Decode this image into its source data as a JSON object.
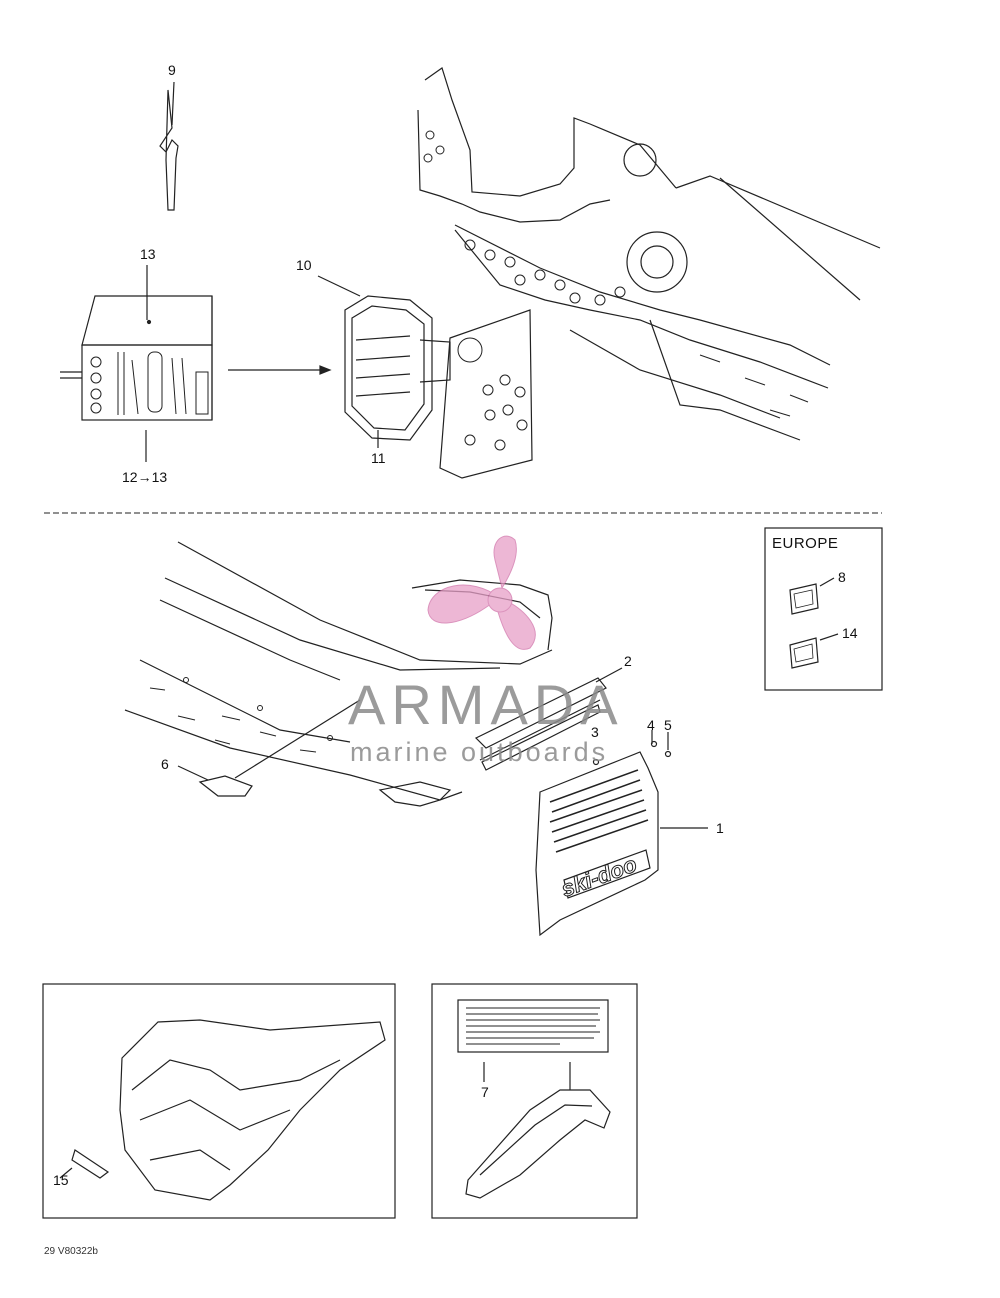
{
  "callouts": {
    "c1": "1",
    "c2": "2",
    "c3": "3",
    "c4": "4",
    "c5": "5",
    "c6": "6",
    "c7": "7",
    "c8": "8",
    "c9": "9",
    "c10": "10",
    "c11": "11",
    "c12_13": "12→13",
    "c13": "13",
    "c14": "14",
    "c15": "15"
  },
  "europe_box": {
    "label": "EUROPE"
  },
  "footer": {
    "code": "29 V80322b"
  },
  "watermark": {
    "brand": "ARMADA",
    "subtitle": "marine outboards",
    "logo_color": "#e8a0c8"
  },
  "flap_brand": "ski-doo",
  "colors": {
    "line": "#222222",
    "watermark_text": "#8a8a8a",
    "logo_pink": "#e8a0c8"
  }
}
